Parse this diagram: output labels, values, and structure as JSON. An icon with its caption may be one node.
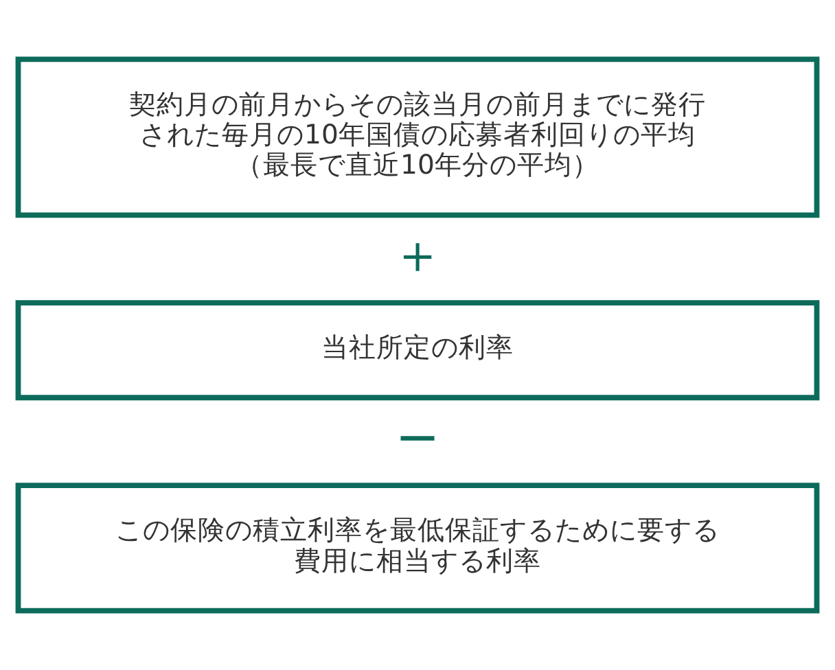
{
  "diagram": {
    "nodes": [
      {
        "text": [
          "契約月の前月からその該当月の前月までに発行された毎月の10年国債の応募者利回りの平均",
          "（最長で直近10年分の平均）"
        ]
      },
      {
        "text": [
          "当社所定の利率"
        ]
      },
      {
        "text": [
          "この保険の積立利率を最低保証するために要する費用に相当する利率"
        ]
      }
    ],
    "labels": [
      "＋",
      "−"
    ]
  }
}
